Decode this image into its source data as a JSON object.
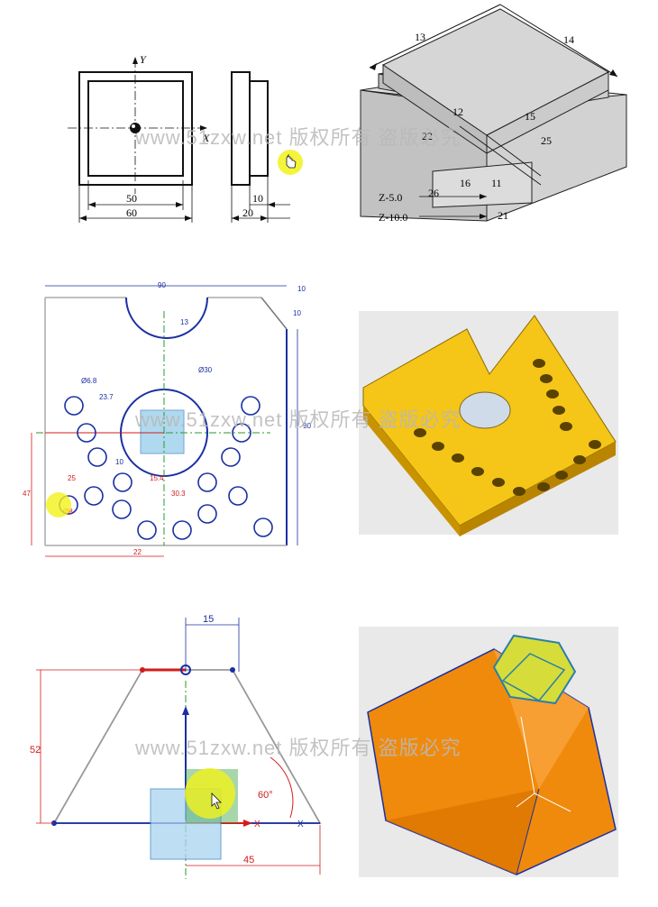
{
  "watermark": "www.51zxw.net  版权所有 盗版必究",
  "drawing1": {
    "axis_y": "Y",
    "axis_x": "X",
    "dim_50": "50",
    "dim_60": "60",
    "dim_10": "10",
    "dim_20": "20"
  },
  "iso1": {
    "labels": [
      "13",
      "14",
      "12",
      "15",
      "22",
      "25",
      "26",
      "16",
      "11",
      "21"
    ],
    "z1": "Z-5.0",
    "z2": "Z-10.0"
  },
  "sketch2": {
    "dims": [
      "90",
      "10",
      "10",
      "90",
      "13",
      "Ø30",
      "Ø6.8",
      "23.7",
      "10",
      "15.4",
      "30.3",
      "25",
      "47",
      "22",
      "Ø8"
    ]
  },
  "sketch3": {
    "dim_15": "15",
    "dim_52": "52",
    "dim_60": "60°",
    "dim_45": "45",
    "axis_x": "X",
    "axis_x2": "X"
  },
  "colors": {
    "sketch_blue": "#1a2fa3",
    "dim_red": "#d31b1b",
    "yellow_part": "#f5c518",
    "orange_part": "#f08a0c",
    "highlight": "#f2f21a"
  }
}
